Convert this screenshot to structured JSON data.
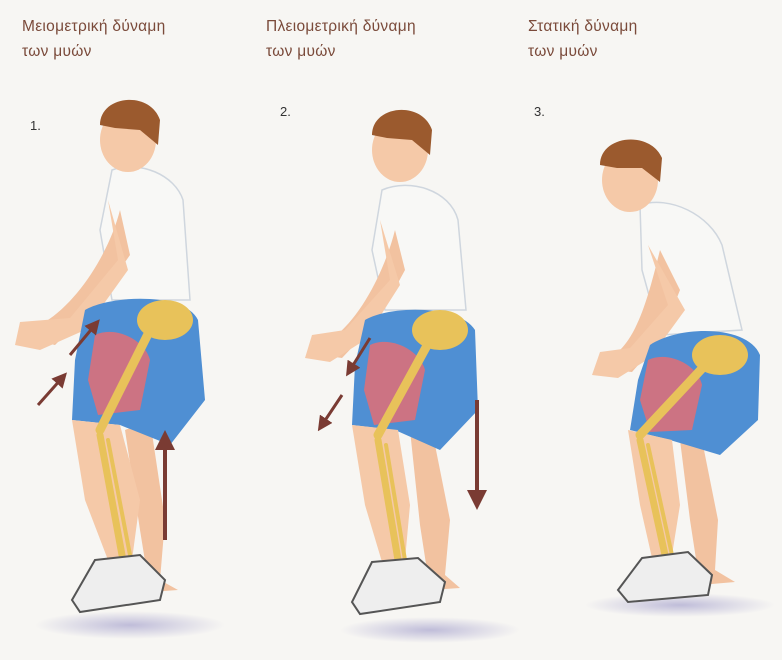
{
  "panels": [
    {
      "number": "1.",
      "title_line1": "Μειομετρική δύναμη",
      "title_line2": "των μυών"
    },
    {
      "number": "2.",
      "title_line1": "Πλειομετρική δύναμη",
      "title_line2": "των μυών"
    },
    {
      "number": "3.",
      "title_line1": "Στατική δύναμη",
      "title_line2": "των μυών"
    }
  ],
  "colors": {
    "title": "#7a4a3a",
    "skin": "#f5c9a8",
    "hair": "#9b5a2e",
    "shirt": "#f8f8f6",
    "shorts": "#4f8fd3",
    "bone": "#e8c25a",
    "muscle": "#d9707a",
    "arrow": "#7a3b33",
    "shoe": "#eeeeee"
  }
}
